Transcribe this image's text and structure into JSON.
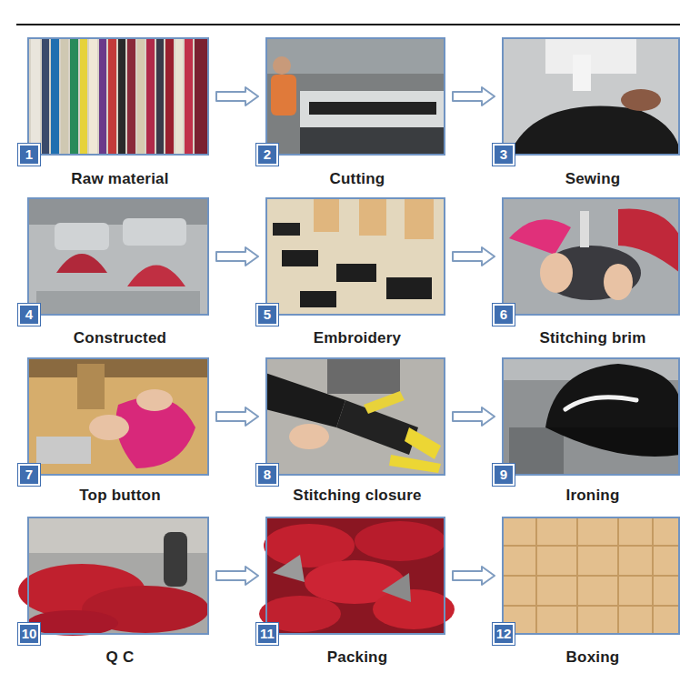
{
  "diagram": {
    "nodes": [
      {
        "text": [
          "1",
          "Raw material"
        ]
      },
      {
        "text": [
          "2",
          "Cutting"
        ]
      },
      {
        "text": [
          "3",
          "Sewing"
        ]
      },
      {
        "text": [
          "4",
          "Constructed"
        ]
      },
      {
        "text": [
          "5",
          "Embroidery"
        ]
      },
      {
        "text": [
          "6",
          "Stitching brim"
        ]
      },
      {
        "text": [
          "7",
          "Top button"
        ]
      },
      {
        "text": [
          "8",
          "Stitching closure"
        ]
      },
      {
        "text": [
          "9",
          "Ironing"
        ]
      },
      {
        "text": [
          "10",
          "Q C"
        ]
      },
      {
        "text": [
          "11",
          "Packing"
        ]
      },
      {
        "text": [
          "12",
          "Boxing"
        ]
      }
    ],
    "edges": [
      {
        "from": 0,
        "to": 1,
        "arrow": "to"
      },
      {
        "from": 1,
        "to": 2,
        "arrow": "to"
      },
      {
        "from": 3,
        "to": 4,
        "arrow": "to"
      },
      {
        "from": 4,
        "to": 5,
        "arrow": "to"
      },
      {
        "from": 6,
        "to": 7,
        "arrow": "to"
      },
      {
        "from": 7,
        "to": 8,
        "arrow": "to"
      },
      {
        "from": 9,
        "to": 10,
        "arrow": "to"
      },
      {
        "from": 10,
        "to": 11,
        "arrow": "to"
      }
    ]
  }
}
